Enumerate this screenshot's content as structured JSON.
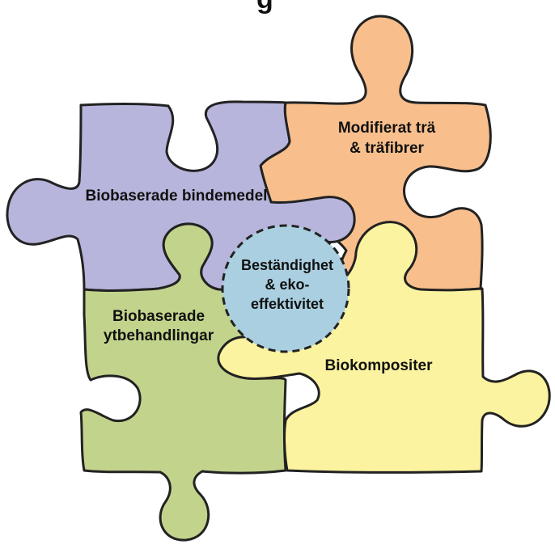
{
  "heading": "g",
  "colors": {
    "binders": "#b7b5dc",
    "modified_wood": "#f8bf8d",
    "coatings": "#c2d48c",
    "biocomposites": "#fbf39f",
    "center": "#a9cfe0",
    "outline": "#222222"
  },
  "pieces": {
    "binders": {
      "line1": "Biobaserade bindemedel"
    },
    "modified_wood": {
      "line1": "Modifierat trä",
      "line2": "& träfibrer"
    },
    "coatings": {
      "line1": "Biobaserade",
      "line2": "ytbehandlingar"
    },
    "biocomposites": {
      "line1": "Biokompositer"
    }
  },
  "center": {
    "line1": "Beständighet",
    "line2": "& eko-",
    "line3": "effektivitet"
  }
}
